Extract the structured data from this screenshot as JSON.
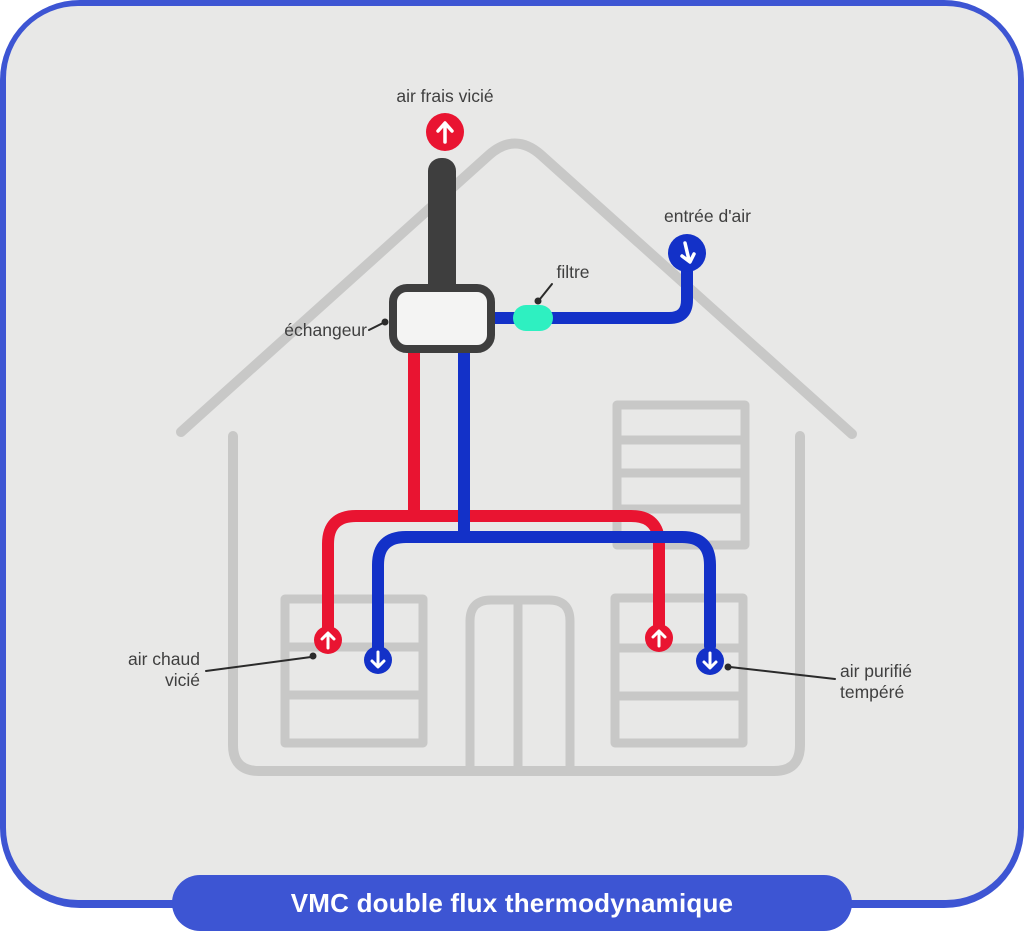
{
  "banner": {
    "label": "VMC double flux thermodynamique"
  },
  "labels": {
    "air_frais_vicie": "air frais vicié",
    "entree_dair": "entrée d'air",
    "filtre": "filtre",
    "echangeur": "échangeur",
    "air_chaud_line1": "air chaud",
    "air_chaud_line2": "vicié",
    "air_purifie_line1": "air purifié",
    "air_purifie_line2": "tempéré"
  },
  "icons": {
    "exhaust_air": "arrow-up-circle-red",
    "air_inlet": "arrow-down-circle-blue",
    "hot_air_vents": "arrow-up-circle-red",
    "purified_air_vents": "arrow-down-circle-blue"
  },
  "colors": {
    "canvas-bg": "#ffffff",
    "panel-bg": "#e8e8e7",
    "panel-border-blue": "#3d55d3",
    "banner-blue": "#3d55d3",
    "house-outline": "#c8c8c7",
    "duct-dark": "#3e3e3e",
    "exchanger-fill": "#f4f4f3",
    "hot-air-red": "#e91431",
    "cold-air-blue": "#1331c8",
    "filter-mint": "#2ef0c1",
    "label-text": "#3f3f3f",
    "pointer-line": "#2b2b2b"
  }
}
